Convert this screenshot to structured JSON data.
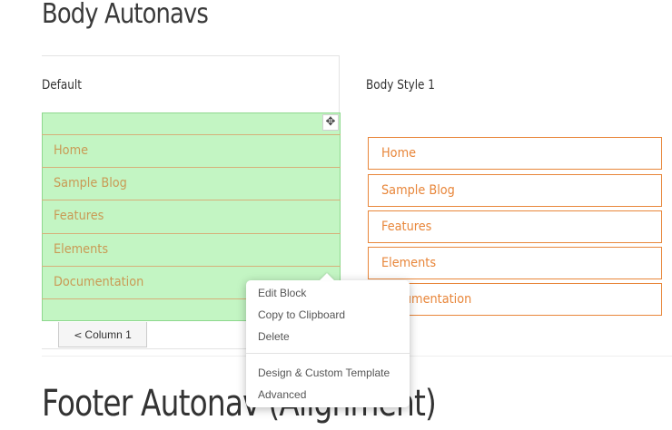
{
  "page": {
    "title": "Body Autonavs",
    "next_section_title": "Footer Autonav (Alignment)"
  },
  "areas": {
    "left_label": "Default",
    "right_label": "Body Style 1"
  },
  "default_nav": {
    "items": [
      "Home",
      "Sample Blog",
      "Features",
      "Elements",
      "Documentation"
    ],
    "highlight_color": "#c3f5c3",
    "link_color": "#c99a55"
  },
  "style1_nav": {
    "items": [
      "Home",
      "Sample Blog",
      "Features",
      "Elements",
      "Documentation"
    ],
    "accent_color": "#e8863a"
  },
  "column_button": {
    "icon": "share-icon",
    "label": "Column 1"
  },
  "move_handle": {
    "icon": "move-icon"
  },
  "context_menu": {
    "items": [
      "Edit Block",
      "Copy to Clipboard",
      "Delete"
    ],
    "secondary_items": [
      "Design & Custom Template",
      "Advanced"
    ]
  }
}
